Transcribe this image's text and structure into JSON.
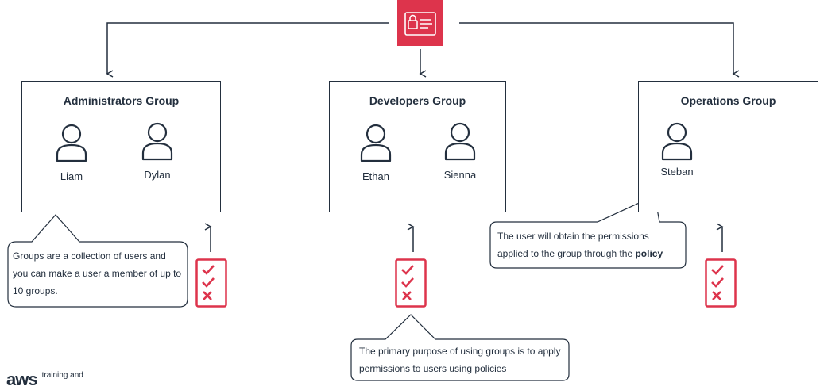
{
  "groups": [
    {
      "title": "Administrators Group",
      "users": [
        "Liam",
        "Dylan"
      ]
    },
    {
      "title": "Developers Group",
      "users": [
        "Ethan",
        "Sienna"
      ]
    },
    {
      "title": "Operations Group",
      "users": [
        "Steban"
      ]
    }
  ],
  "callouts": {
    "groups_info": "Groups are a collection of users and you can make a user a member of up to 10 groups.",
    "primary_purpose": "The primary purpose of using groups is to apply permissions to users using policies",
    "policy_prefix": "The user will obtain the permissions applied to the group through the ",
    "policy_bold": "policy"
  },
  "brand": {
    "logo": "aws",
    "tagline": "training and"
  },
  "colors": {
    "accent": "#dd344c",
    "ink": "#232f3e"
  },
  "icons": {
    "policy": "iam-policy-icon",
    "checklist": "checklist-icon",
    "user": "user-icon"
  }
}
